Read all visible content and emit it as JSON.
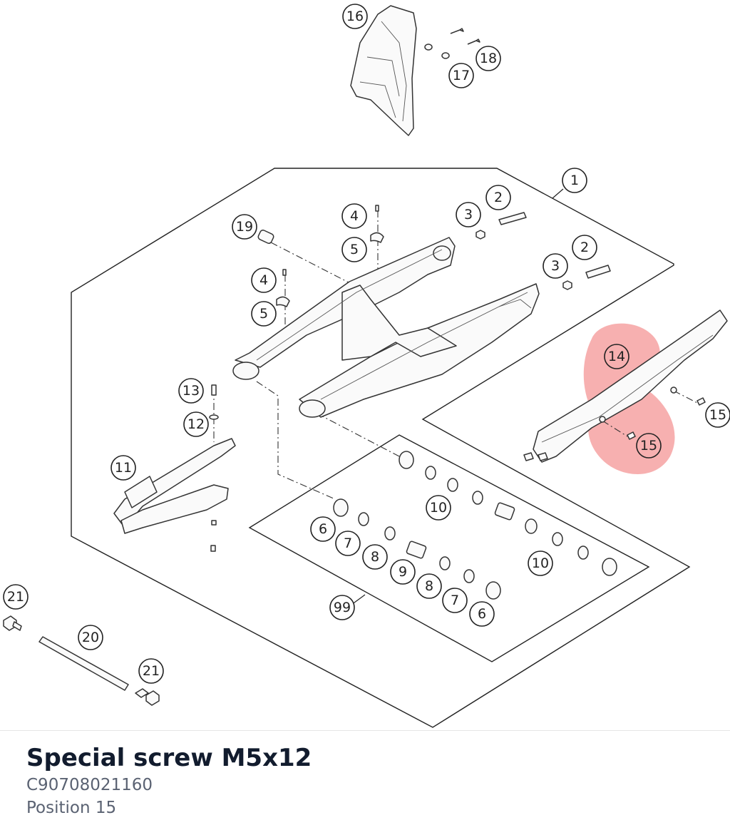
{
  "diagram": {
    "callouts": [
      "16",
      "18",
      "17",
      "1",
      "2",
      "3",
      "2",
      "3",
      "19",
      "4",
      "5",
      "4",
      "5",
      "14",
      "15",
      "15",
      "13",
      "12",
      "11",
      "10",
      "6",
      "7",
      "8",
      "9",
      "8",
      "7",
      "6",
      "10",
      "99",
      "21",
      "20",
      "21"
    ],
    "highlight_color": "#f07070",
    "highlighted_position": "15"
  },
  "info": {
    "title": "Special screw M5x12",
    "part_number": "C90708021160",
    "position_label": "Position 15"
  }
}
